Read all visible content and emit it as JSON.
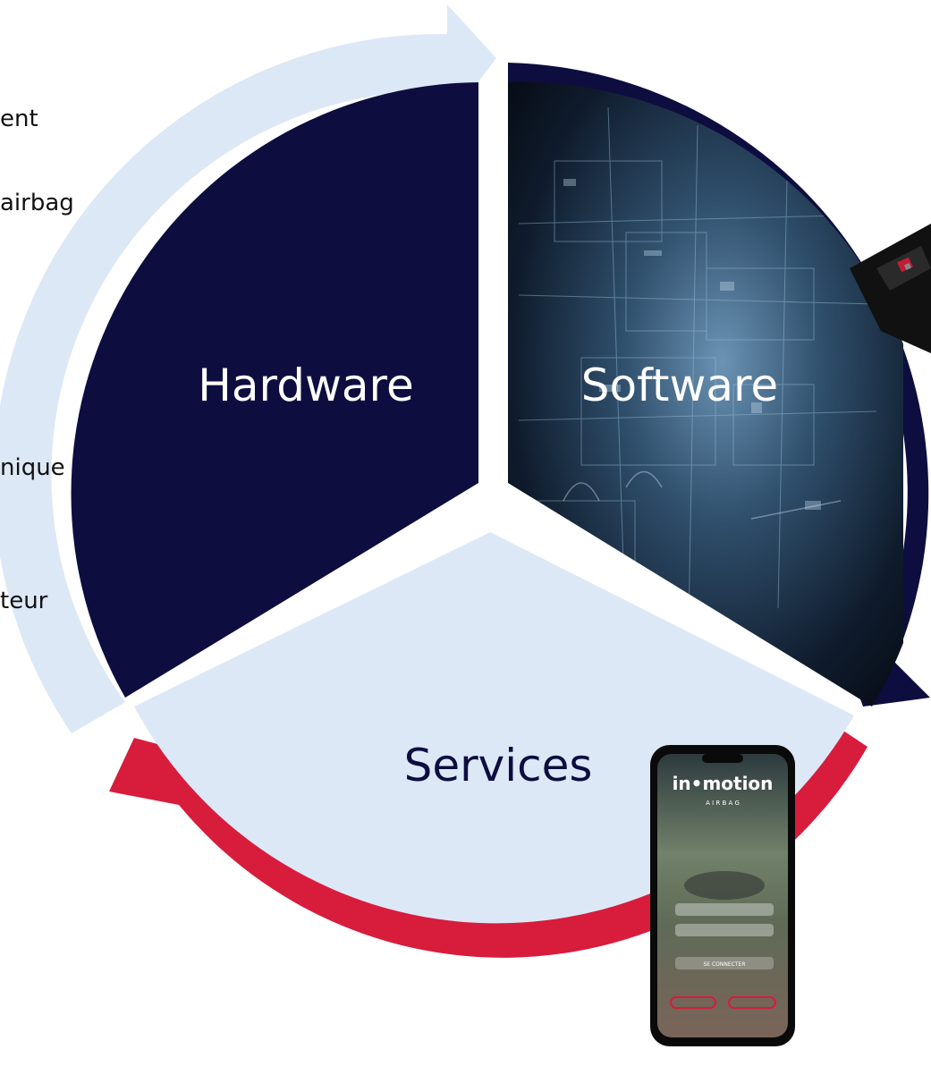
{
  "diagram": {
    "segments": [
      {
        "id": "hardware",
        "label": "Hardware"
      },
      {
        "id": "software",
        "label": "Software"
      },
      {
        "id": "services",
        "label": "Services"
      }
    ],
    "side_text_fragments": [
      "ent",
      "airbag",
      "nique",
      "teur"
    ],
    "phone": {
      "brand": "in•motion",
      "brand_sub": "A I R B A G",
      "login_button": "SE CONNECTER"
    }
  },
  "colors": {
    "navy": "#0d0e3f",
    "light_blue": "#dde8f6",
    "red": "#d81c3c",
    "white": "#ffffff"
  }
}
